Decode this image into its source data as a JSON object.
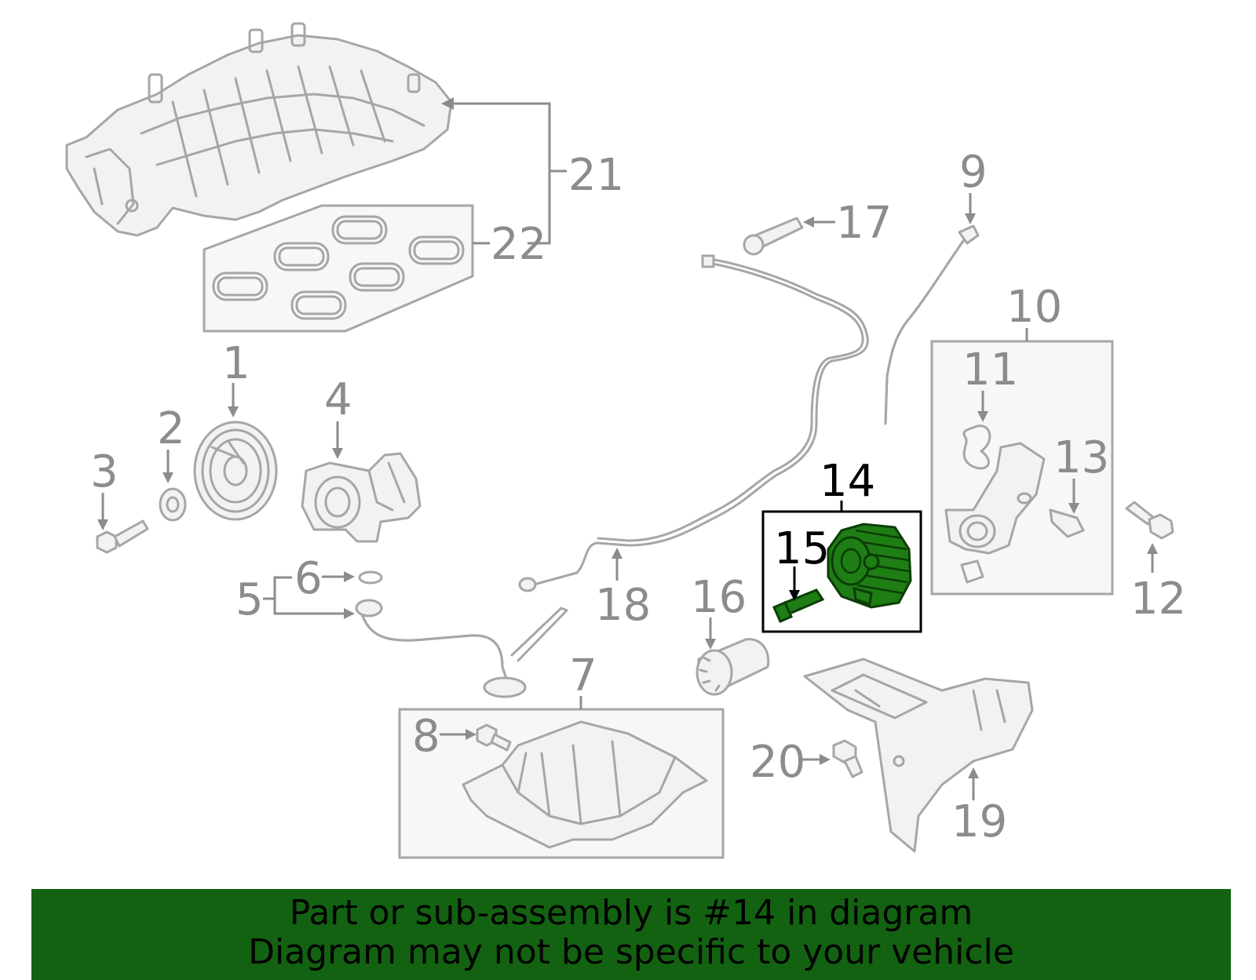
{
  "diagram": {
    "highlighted_part": "14",
    "labels": {
      "p1": "1",
      "p2": "2",
      "p3": "3",
      "p4": "4",
      "p5": "5",
      "p6": "6",
      "p7": "7",
      "p8": "8",
      "p9": "9",
      "p10": "10",
      "p11": "11",
      "p12": "12",
      "p13": "13",
      "p14": "14",
      "p15": "15",
      "p16": "16",
      "p17": "17",
      "p18": "18",
      "p19": "19",
      "p20": "20",
      "p21": "21",
      "p22": "22"
    },
    "colors": {
      "part_outline": "#a6a6a6",
      "label_gray": "#8c8c8c",
      "highlight_fill": "#1e7d14",
      "banner_background": "#136211"
    }
  },
  "banner": {
    "line1": "Part or sub-assembly is #14 in diagram",
    "line2": "Diagram may not be specific to your vehicle"
  }
}
